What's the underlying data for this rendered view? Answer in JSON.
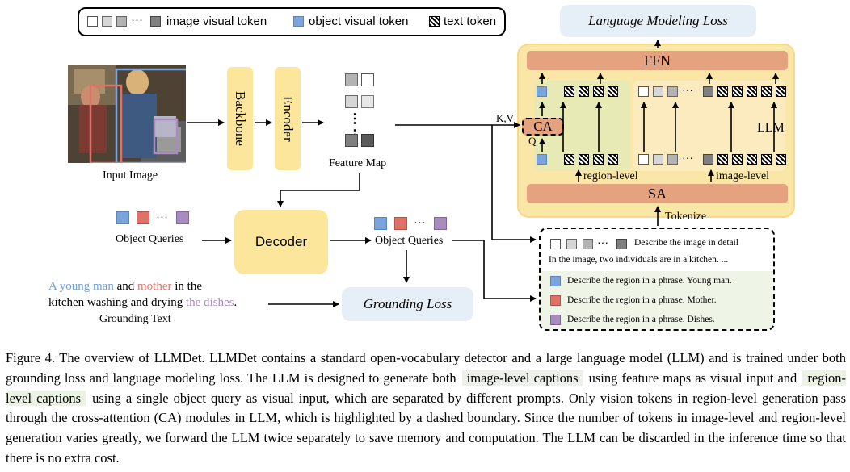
{
  "legend": {
    "ellipsis": "···",
    "image_visual_token": "image visual token",
    "object_visual_token": "object visual token",
    "text_token": "text token"
  },
  "input_image": {
    "label": "Input Image"
  },
  "backbone": "Backbone",
  "encoder": "Encoder",
  "feature_map": {
    "label": "Feature Map",
    "dots": "⋮  ⋮"
  },
  "object_queries_in": {
    "label": "Object Queries",
    "ellipsis": "···"
  },
  "decoder": "Decoder",
  "object_queries_out": {
    "label": "Object Queries",
    "ellipsis": "···"
  },
  "grounding_text": {
    "part1": "A young man",
    "part2": " and ",
    "part3": "mother",
    "part4": " in the",
    "line2a": "kitchen washing and drying ",
    "line2b": "the dishes",
    "line2c": ".",
    "label": "Grounding Text",
    "colors": {
      "young_man": "#6f9fd8",
      "mother": "#e0766a",
      "dishes": "#a88bbf"
    }
  },
  "grounding_loss": "Grounding Loss",
  "language_modeling_loss": "Language Modeling Loss",
  "llm": {
    "ffn": "FFN",
    "sa": "SA",
    "ca": "CA",
    "llm_label": "LLM",
    "kv": "K,V",
    "q": "Q",
    "region_level": "region-level",
    "image_level": "image-level",
    "tokenize": "Tokenize",
    "ellipsis": "···"
  },
  "prompts": {
    "image_prompt": "Describe the image in detail",
    "image_answer": "In the image, two individuals are in a kitchen. ...",
    "ellipsis": "···",
    "region_1": "Describe the region in a phrase. Young man.",
    "region_2": "Describe the region in a phrase. Mother.",
    "region_3": "Describe the region in a phrase. Dishes."
  },
  "caption": {
    "s1": "Figure 4.  The overview of LLMDet.  LLMDet contains a standard open-vocabulary detector and a large language model (LLM) and is trained under both grounding loss and language modeling loss. The LLM is designed to generate both",
    "hl1": "image-level captions",
    "s2": "using feature maps as visual input and",
    "hl2": "region-level captions",
    "s3": "using a single object query as visual input, which are separated by different prompts. Only vision tokens in region-level generation pass through the cross-attention (CA) modules in LLM, which is highlighted by a dashed boundary.  Since the number of tokens in image-level and region-level generation varies greatly, we forward the LLM twice separately to save memory and computation. The LLM can be discarded in the inference time so that there is no extra cost."
  }
}
